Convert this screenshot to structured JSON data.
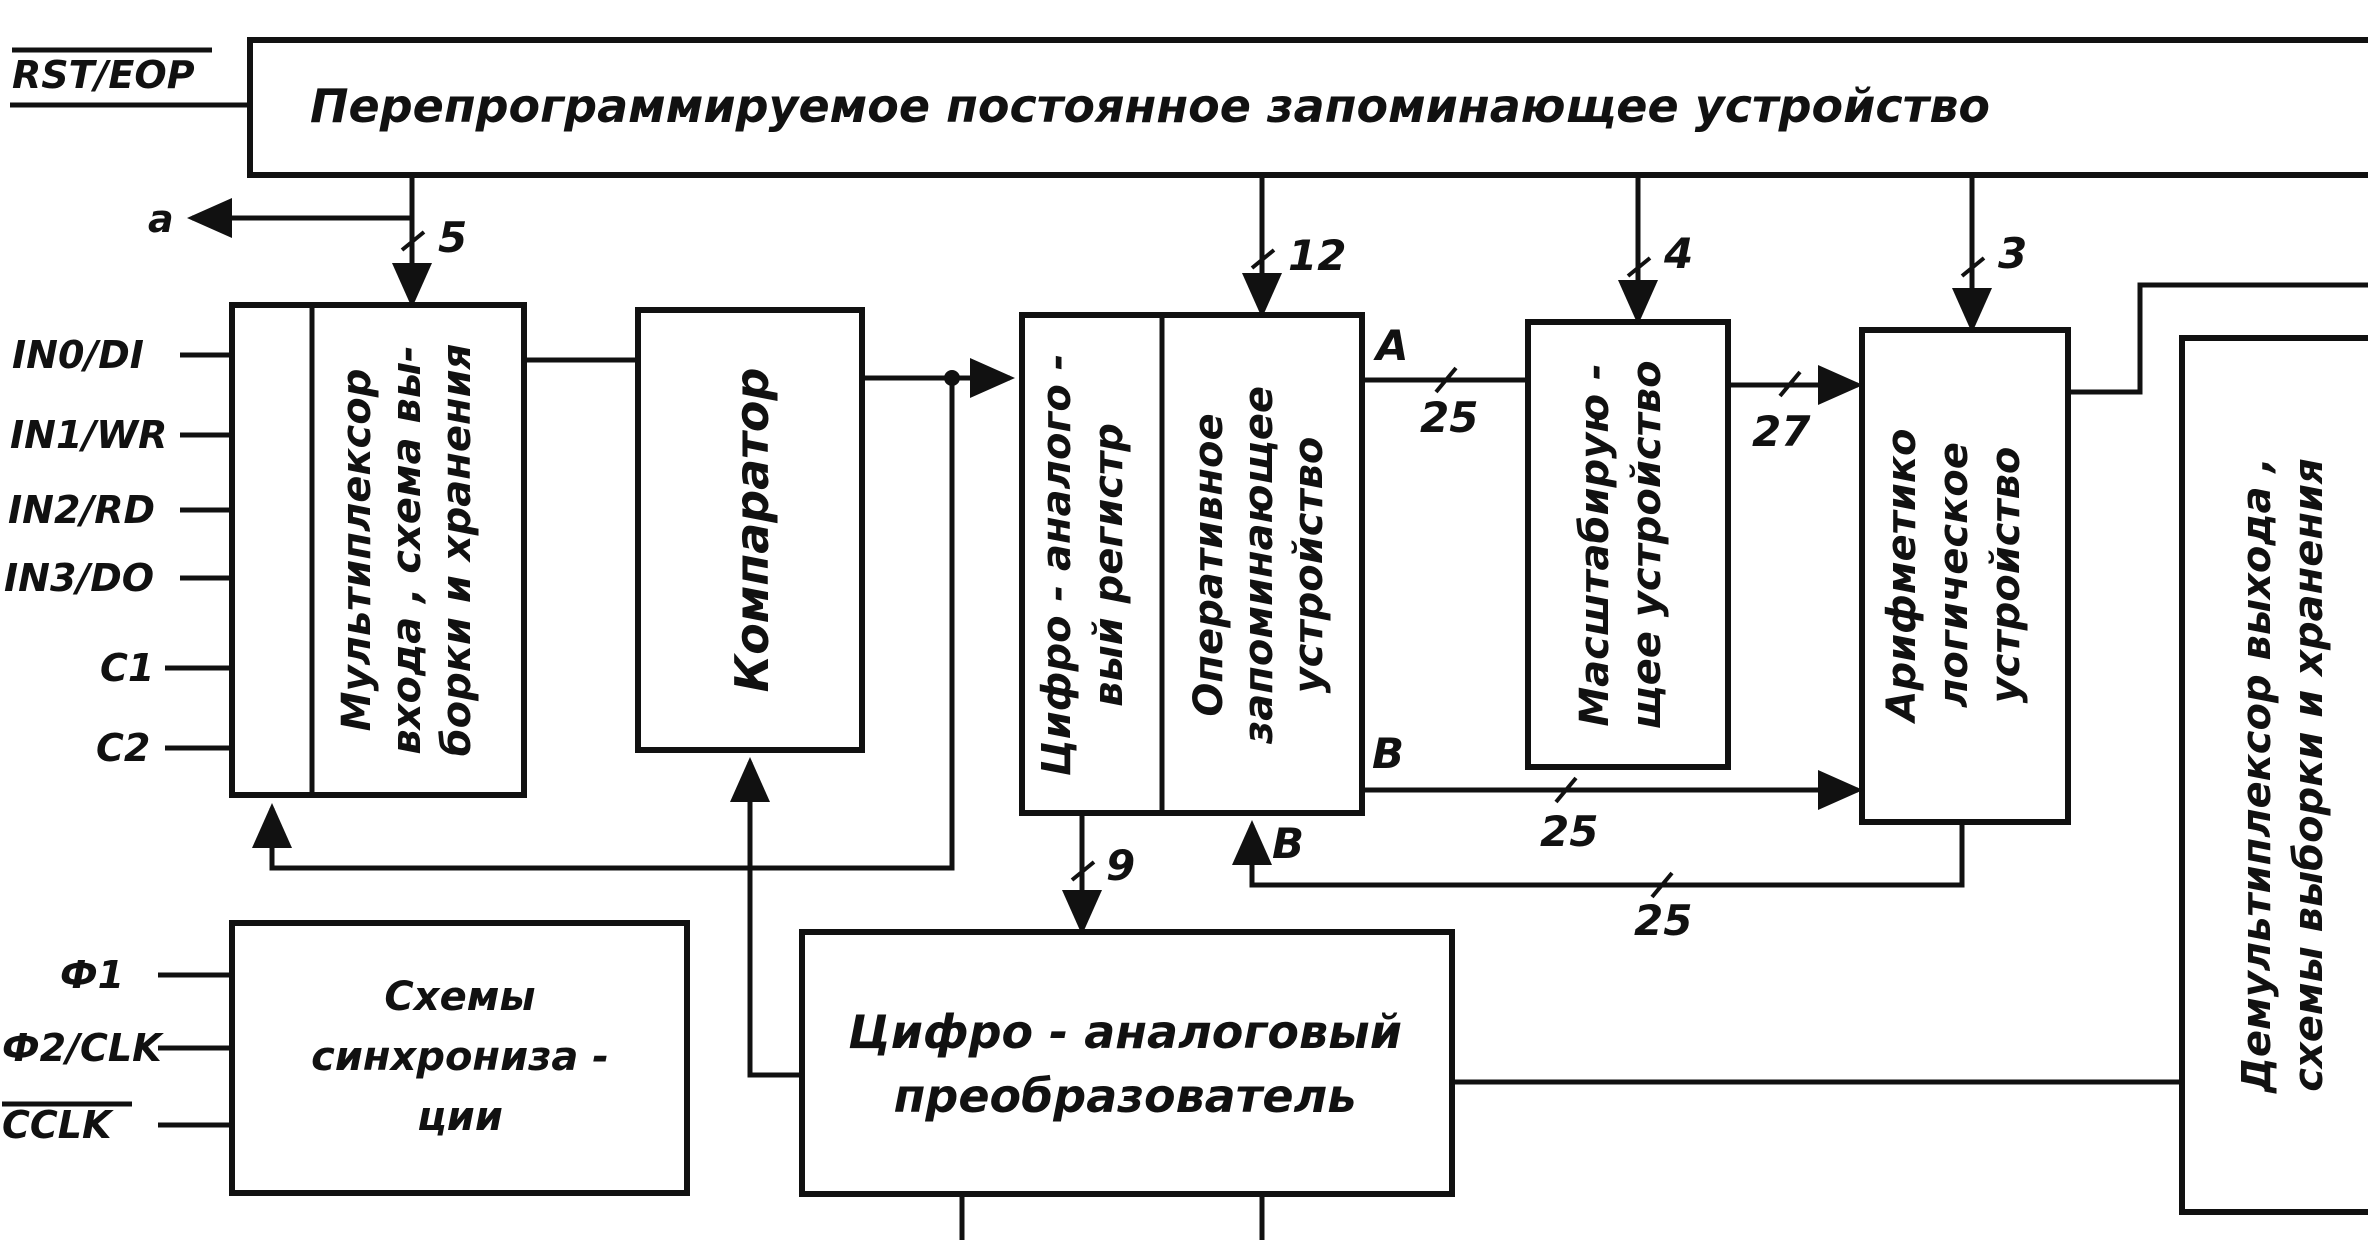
{
  "blocks": {
    "rom": "Перепрограммируемое   постоянное     запоминающее     устройство",
    "mux": [
      "Мультиплексор",
      "входа , схема вы-",
      "борки и хранения"
    ],
    "comparator": "Компаратор",
    "dac_register": [
      "Цифро - аналого -",
      "вый  регистр"
    ],
    "ram": [
      "Оперативное",
      "запоминающее",
      "устройство"
    ],
    "scaler": [
      "Масштабирую -",
      "щее  устройство"
    ],
    "alu": [
      "Арифметико",
      "логическое",
      "устройство"
    ],
    "demux": [
      "Демультиплексор  выхода ,",
      "схемы  выборки  и  хранения"
    ],
    "sync": [
      "Схемы",
      "синхрониза -",
      "ции"
    ],
    "dac": [
      "Цифро - аналоговый",
      "преобразователь"
    ]
  },
  "pins": {
    "rst": "RST/EOP",
    "in0": "IN0/DI",
    "in1": "IN1/WR",
    "in2": "IN2/RD",
    "in3": "IN3/DO",
    "c1": "C1",
    "c2": "C2",
    "phi1": "Ф1",
    "phi2": "Ф2/CLK",
    "cclk": "CCLK",
    "a_out": "а"
  },
  "bus_widths": {
    "rom_mux": "5",
    "rom_ram": "12",
    "rom_scaler": "4",
    "rom_alu": "3",
    "ram_scaler": "25",
    "scaler_alu": "27",
    "ram_alu": "25",
    "alu_ram": "25",
    "reg_dac": "9"
  },
  "ports": {
    "ram_a": "A",
    "ram_b_out": "B",
    "ram_b_in": "B"
  }
}
